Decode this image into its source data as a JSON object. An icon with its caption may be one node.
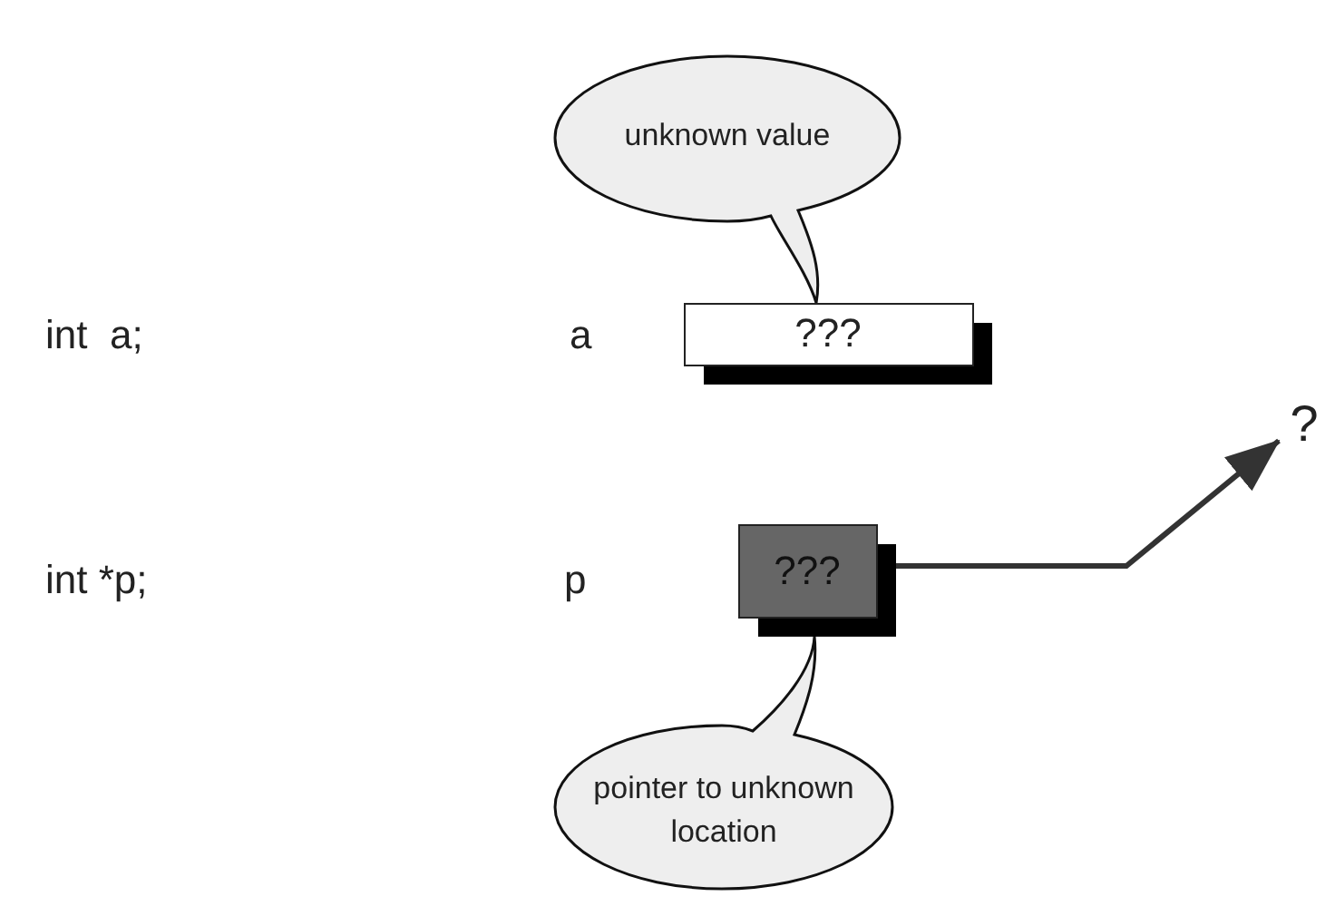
{
  "diagram": {
    "nodes": [
      {
        "text": [
          "unknown value"
        ]
      },
      {
        "text": [
          "???"
        ]
      },
      {
        "text": [
          "???"
        ]
      },
      {
        "text": [
          "?"
        ]
      },
      {
        "text": [
          "pointer to unknown location"
        ]
      }
    ],
    "edges": [
      {
        "from": 2,
        "to": 3,
        "arrow": "to"
      }
    ],
    "labels": [
      "int  a;",
      "a",
      "int *p;",
      "p"
    ]
  }
}
